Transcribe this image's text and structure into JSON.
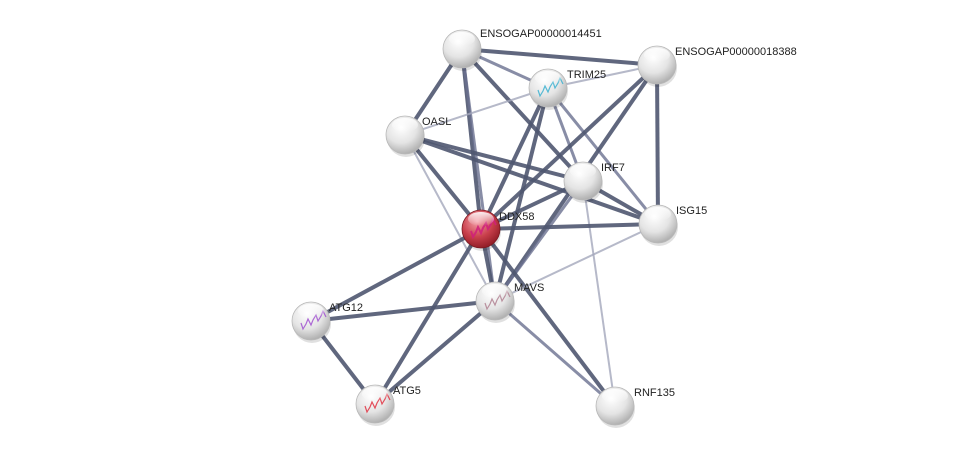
{
  "network": {
    "colors": {
      "edge_strong": "#4f5670",
      "edge_medium": "#6a7090",
      "edge_weak": "#a4a8bc",
      "query_node": "#c0303f",
      "node": "#e6e6e6"
    },
    "nodes": [
      {
        "id": "ENSOGAP00000014451",
        "label": "ENSOGAP00000014451",
        "query": false
      },
      {
        "id": "ENSOGAP00000018388",
        "label": "ENSOGAP00000018388",
        "query": false
      },
      {
        "id": "TRIM25",
        "label": "TRIM25",
        "query": false,
        "structure": "#3ab0d0"
      },
      {
        "id": "OASL",
        "label": "OASL",
        "query": false
      },
      {
        "id": "IRF7",
        "label": "IRF7",
        "query": false
      },
      {
        "id": "ISG15",
        "label": "ISG15",
        "query": false
      },
      {
        "id": "DDX58",
        "label": "DDX58",
        "query": true,
        "structure": "#d0207a"
      },
      {
        "id": "MAVS",
        "label": "MAVS",
        "query": false,
        "structure": "#b08090"
      },
      {
        "id": "ATG12",
        "label": "ATG12",
        "query": false,
        "structure": "#a050d0"
      },
      {
        "id": "ATG5",
        "label": "ATG5",
        "query": false,
        "structure": "#e03040"
      },
      {
        "id": "RNF135",
        "label": "RNF135",
        "query": false
      }
    ],
    "edges": [
      [
        "ENSOGAP00000014451",
        "ENSOGAP00000018388",
        "strong"
      ],
      [
        "ENSOGAP00000014451",
        "TRIM25",
        "medium"
      ],
      [
        "ENSOGAP00000014451",
        "OASL",
        "strong"
      ],
      [
        "ENSOGAP00000014451",
        "DDX58",
        "strong"
      ],
      [
        "ENSOGAP00000014451",
        "IRF7",
        "strong"
      ],
      [
        "ENSOGAP00000014451",
        "MAVS",
        "medium"
      ],
      [
        "TRIM25",
        "OASL",
        "weak"
      ],
      [
        "TRIM25",
        "ENSOGAP00000018388",
        "weak"
      ],
      [
        "TRIM25",
        "DDX58",
        "strong"
      ],
      [
        "TRIM25",
        "MAVS",
        "strong"
      ],
      [
        "TRIM25",
        "IRF7",
        "medium"
      ],
      [
        "TRIM25",
        "ISG15",
        "medium"
      ],
      [
        "OASL",
        "IRF7",
        "strong"
      ],
      [
        "OASL",
        "ISG15",
        "strong"
      ],
      [
        "OASL",
        "DDX58",
        "strong"
      ],
      [
        "OASL",
        "MAVS",
        "weak"
      ],
      [
        "ENSOGAP00000018388",
        "DDX58",
        "strong"
      ],
      [
        "ENSOGAP00000018388",
        "MAVS",
        "strong"
      ],
      [
        "ENSOGAP00000018388",
        "ISG15",
        "strong"
      ],
      [
        "IRF7",
        "DDX58",
        "strong"
      ],
      [
        "IRF7",
        "ISG15",
        "strong"
      ],
      [
        "IRF7",
        "MAVS",
        "medium"
      ],
      [
        "IRF7",
        "RNF135",
        "weak"
      ],
      [
        "DDX58",
        "ISG15",
        "strong"
      ],
      [
        "DDX58",
        "MAVS",
        "strong"
      ],
      [
        "DDX58",
        "ATG12",
        "strong"
      ],
      [
        "DDX58",
        "ATG5",
        "strong"
      ],
      [
        "DDX58",
        "RNF135",
        "strong"
      ],
      [
        "MAVS",
        "ISG15",
        "weak"
      ],
      [
        "MAVS",
        "ATG12",
        "strong"
      ],
      [
        "MAVS",
        "ATG5",
        "strong"
      ],
      [
        "MAVS",
        "RNF135",
        "medium"
      ],
      [
        "ATG12",
        "ATG5",
        "strong"
      ]
    ]
  }
}
